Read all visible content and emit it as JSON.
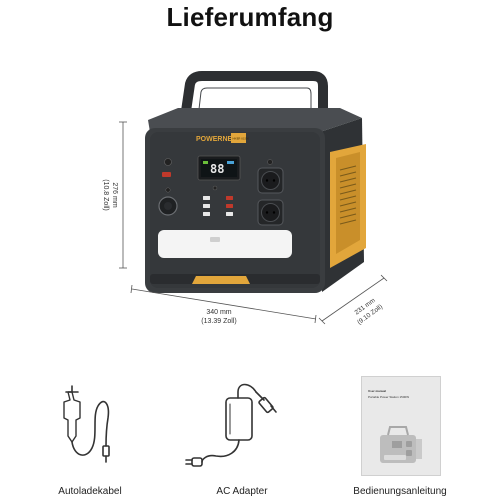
{
  "title": "Lieferumfang",
  "brand": {
    "logo_text": "POWERNESS",
    "badge_text": "HIKER U1500"
  },
  "display": {
    "reading": "88"
  },
  "dimensions": {
    "height_mm": "276 mm",
    "height_in": "(10.8 Zoll)",
    "width_mm": "340 mm",
    "width_in": "(13.39 Zoll)",
    "depth_mm": "231 mm",
    "depth_in": "(9.10 Zoll)"
  },
  "items": [
    {
      "label": "Autoladekabel",
      "icon": "car-charger-cable-icon"
    },
    {
      "label": "AC Adapter",
      "icon": "ac-adapter-icon"
    },
    {
      "label": "Bedienungsanleitung",
      "icon": "user-manual-icon"
    }
  ],
  "manual": {
    "line1": "User manual",
    "line2": "Portable Power Station 1500W"
  },
  "colors": {
    "body": "#3a3d40",
    "accent": "#e2a63b",
    "light_panel": "#f4f4f4"
  }
}
